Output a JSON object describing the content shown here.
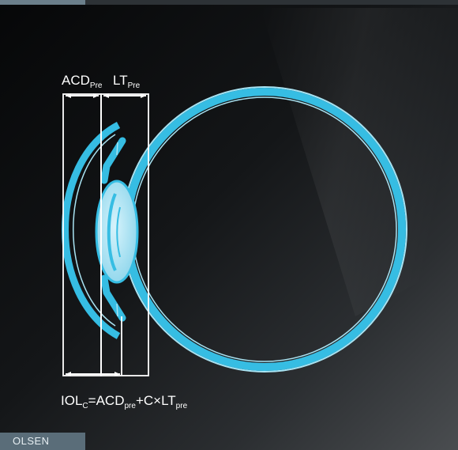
{
  "labels": {
    "acd": {
      "main": "ACD",
      "sub": "Pre"
    },
    "lt": {
      "main": "LT",
      "sub": "Pre"
    }
  },
  "formula": {
    "lhs_main": "IOL",
    "lhs_sub": "C",
    "eq": "=",
    "t1_main": "ACD",
    "t1_sub": "pre",
    "plus": "+",
    "coef": "C",
    "times": "×",
    "t2_main": "LT",
    "t2_sub": "pre"
  },
  "tag": "OLSEN",
  "colors": {
    "eye_blue": "#36bde3",
    "eye_light": "#a9e3f2",
    "tag_bg": "#5a6d79",
    "top_bar": "#6b7f8b",
    "line_white": "#ffffff"
  }
}
